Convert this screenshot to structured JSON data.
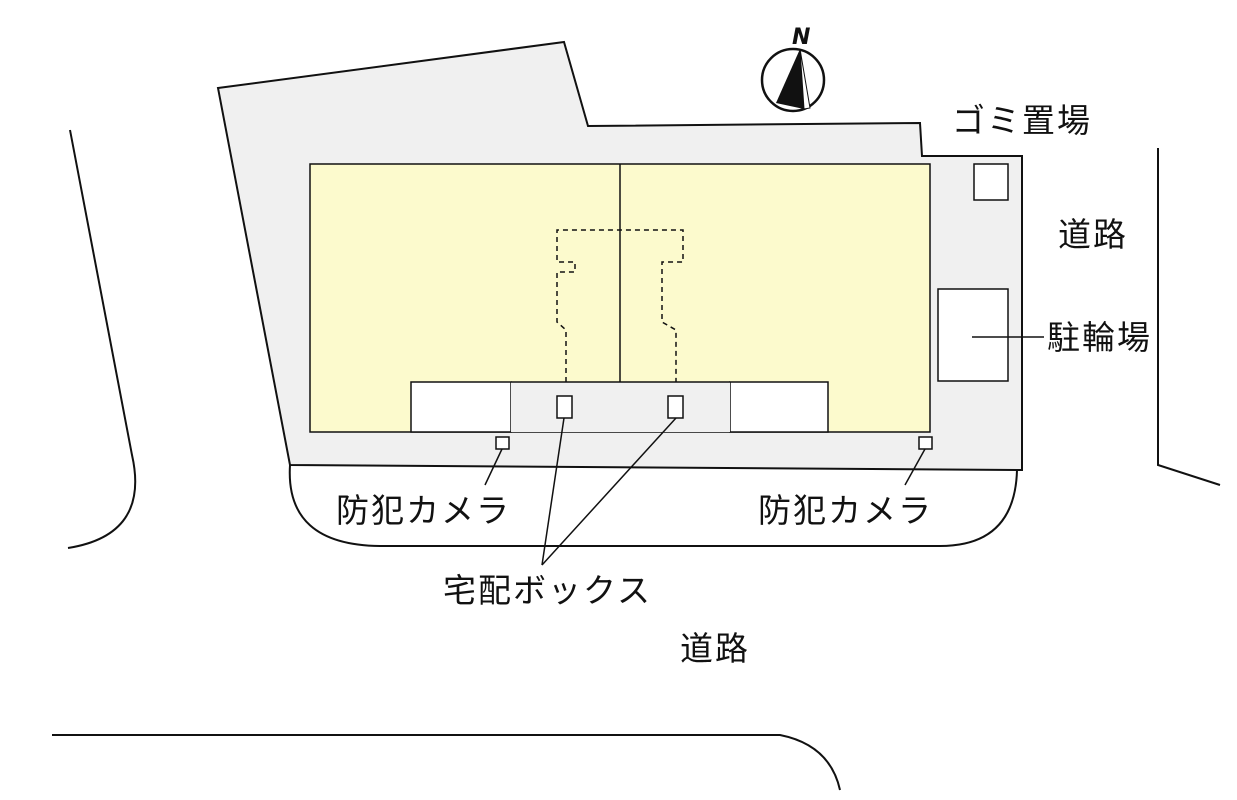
{
  "north_label": "N",
  "labels": {
    "garbage_area": "ゴミ置場",
    "road_east": "道路",
    "bicycle_parking": "駐輪場",
    "camera_left": "防犯カメラ",
    "camera_right": "防犯カメラ",
    "delivery_box": "宅配ボックス",
    "road_south": "道路"
  },
  "colors": {
    "lot": "#f0f0f0",
    "building": "#fcfacd",
    "line": "#111111",
    "background": "#ffffff"
  }
}
